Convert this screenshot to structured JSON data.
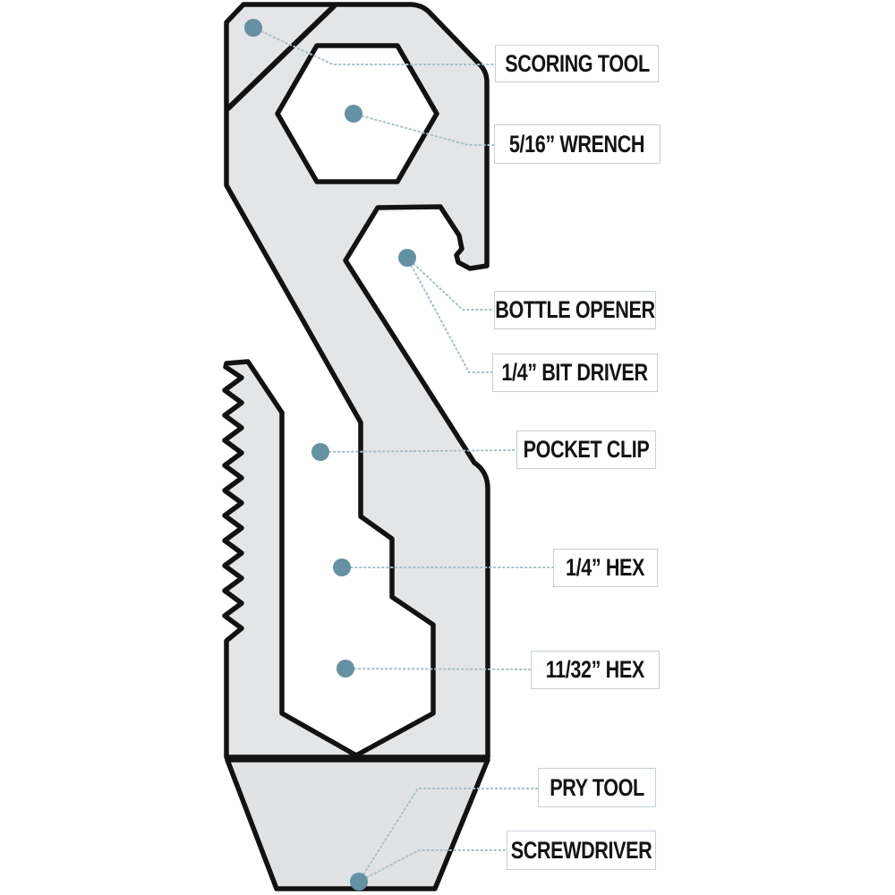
{
  "diagram": {
    "type": "product-feature-callout",
    "subject": "one-piece pocket multi-tool",
    "colors": {
      "tool_fill": "#e4e5e6",
      "pry_fill": "#e1e2e4",
      "outline": "#121212",
      "callout_dot": "#6491a3",
      "leader_line": "#a9bfca",
      "label_border": "#c5d0d6",
      "label_background": "#ffffff",
      "label_text": "#141414"
    },
    "labels": [
      {
        "text": "SCORING TOOL"
      },
      {
        "text": "5/16” WRENCH"
      },
      {
        "text": "BOTTLE OPENER"
      },
      {
        "text": "1/4” BIT DRIVER"
      },
      {
        "text": "POCKET CLIP"
      },
      {
        "text": "1/4” HEX"
      },
      {
        "text": "11/32” HEX"
      },
      {
        "text": "PRY TOOL"
      },
      {
        "text": "SCREWDRIVER"
      }
    ]
  }
}
